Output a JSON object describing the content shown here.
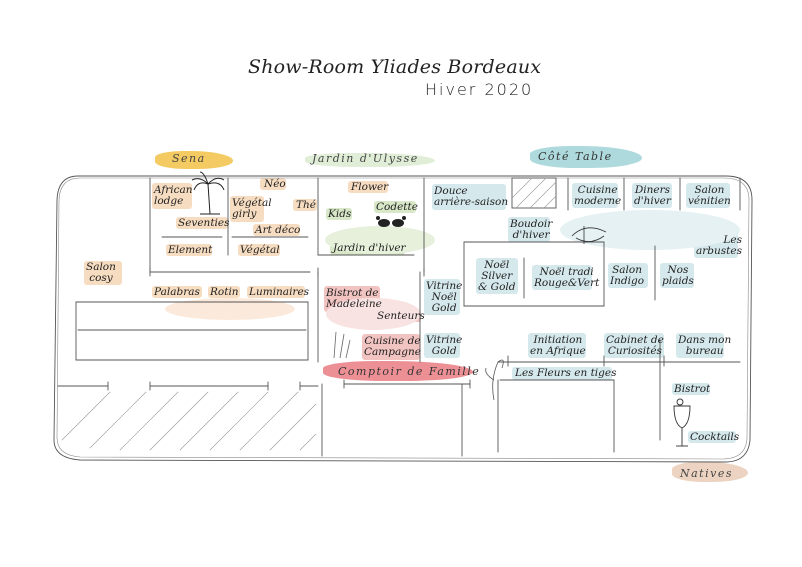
{
  "header": {
    "title": "Show-Room Yliades Bordeaux",
    "subtitle": "Hiver 2020"
  },
  "colors": {
    "orange": "#f6dcc0",
    "yellow": "#f2c246",
    "red": "#f1c3c1",
    "red_brush": "#ea7d83",
    "blue": "#d5e8ec",
    "blue_brush": "#8ccbcf",
    "green": "#d7e7c7",
    "green_brush": "#a9cf8b",
    "tan_brush": "#e9c9b3"
  },
  "zones": {
    "sena": "Sena",
    "jardin": "Jardin d'Ulysse",
    "cote_table": "Côté Table",
    "comptoir": "Comptoir de Famille",
    "natives": "Natives"
  },
  "labels": {
    "african_lodge": "African\nlodge",
    "seventies": "Seventies",
    "element": "Element",
    "neo": "Néo",
    "vegetal_girly": "Végétal\ngirly",
    "the": "Thé",
    "art_deco": "Art déco",
    "vegetal": "Végétal",
    "salon_cosy": "Salon\ncosy",
    "palabras": "Palabras",
    "rotin": "Rotin",
    "luminaires": "Luminaires",
    "flower": "Flower",
    "kids": "Kids",
    "codette": "Codette",
    "jardin_hiver": "Jardin d'hiver",
    "bistrot_madeleine": "Bistrot de\nMadeleine",
    "senteurs": "Senteurs",
    "cuisine_campagne": "Cuisine de\nCampagne",
    "douce": "Douce\narrière-saison",
    "vitrine_noel": "Vitrine\nNoël\nGold",
    "vitrine_gold": "Vitrine\nGold",
    "boudoir": "Boudoir\nd'hiver",
    "noel_silver": "Noël\nSilver\n& Gold",
    "noel_tradi": "Noël tradi\nRouge&Vert",
    "cuisine_moderne": "Cuisine\nmoderne",
    "diners": "Diners\nd'hiver",
    "salon_venitien": "Salon\nvénitien",
    "les_arbustes": "Les\narbustes",
    "salon_indigo": "Salon\nIndigo",
    "nos_plaids": "Nos\nplaids",
    "initiation": "Initiation\nen Afrique",
    "cabinet": "Cabinet de\nCuriosités",
    "dans_mon_bureau": "Dans mon\nbureau",
    "les_fleurs": "Les Fleurs en tiges",
    "bistrot": "Bistrot",
    "cocktails": "Cocktails"
  }
}
